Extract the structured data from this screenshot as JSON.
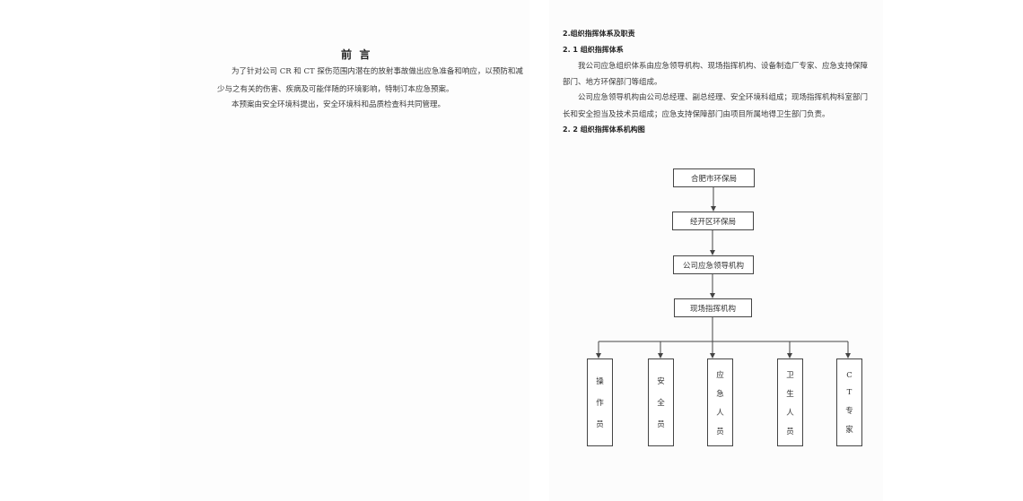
{
  "preface": {
    "title": "前  言",
    "para1_line1": "为了针对公司 CR 和 CT 探伤范围内潜在的放射事故做出应急准备和响应，以预防和减",
    "para1_line2": "少与之有关的伤害、疾病及可能伴随的环境影响，特制订本应急预案。",
    "para2": "本预案由安全环境科提出，安全环境科和品质检查科共同管理。"
  },
  "section": {
    "heading": "2.组织指挥体系及职责",
    "sub1": "2. 1 组织指挥体系",
    "p1_line1": "我公司应急组织体系由应急领导机构、现场指挥机构、设备制造厂专家、应急支持保障",
    "p1_line2": "部门、地方环保部门等组成。",
    "p2_line1": "公司应急领导机构由公司总经理、副总经理、安全环境科组成；现场指挥机构科室部门",
    "p2_line2": "长和安全担当及技术员组成；应急支持保障部门由项目所属地得卫生部门负责。",
    "sub2": "2. 2 组织指挥体系机构图"
  },
  "chart": {
    "levels": [
      "合肥市环保局",
      "经开区环保局",
      "公司应急领导机构",
      "现场指挥机构"
    ],
    "members": [
      [
        "操",
        "作",
        "员"
      ],
      [
        "安",
        "全",
        "员"
      ],
      [
        "应",
        "急",
        "人",
        "员"
      ],
      [
        "卫",
        "生",
        "人",
        "员"
      ],
      [
        "C",
        "T",
        "专",
        "家"
      ]
    ]
  }
}
